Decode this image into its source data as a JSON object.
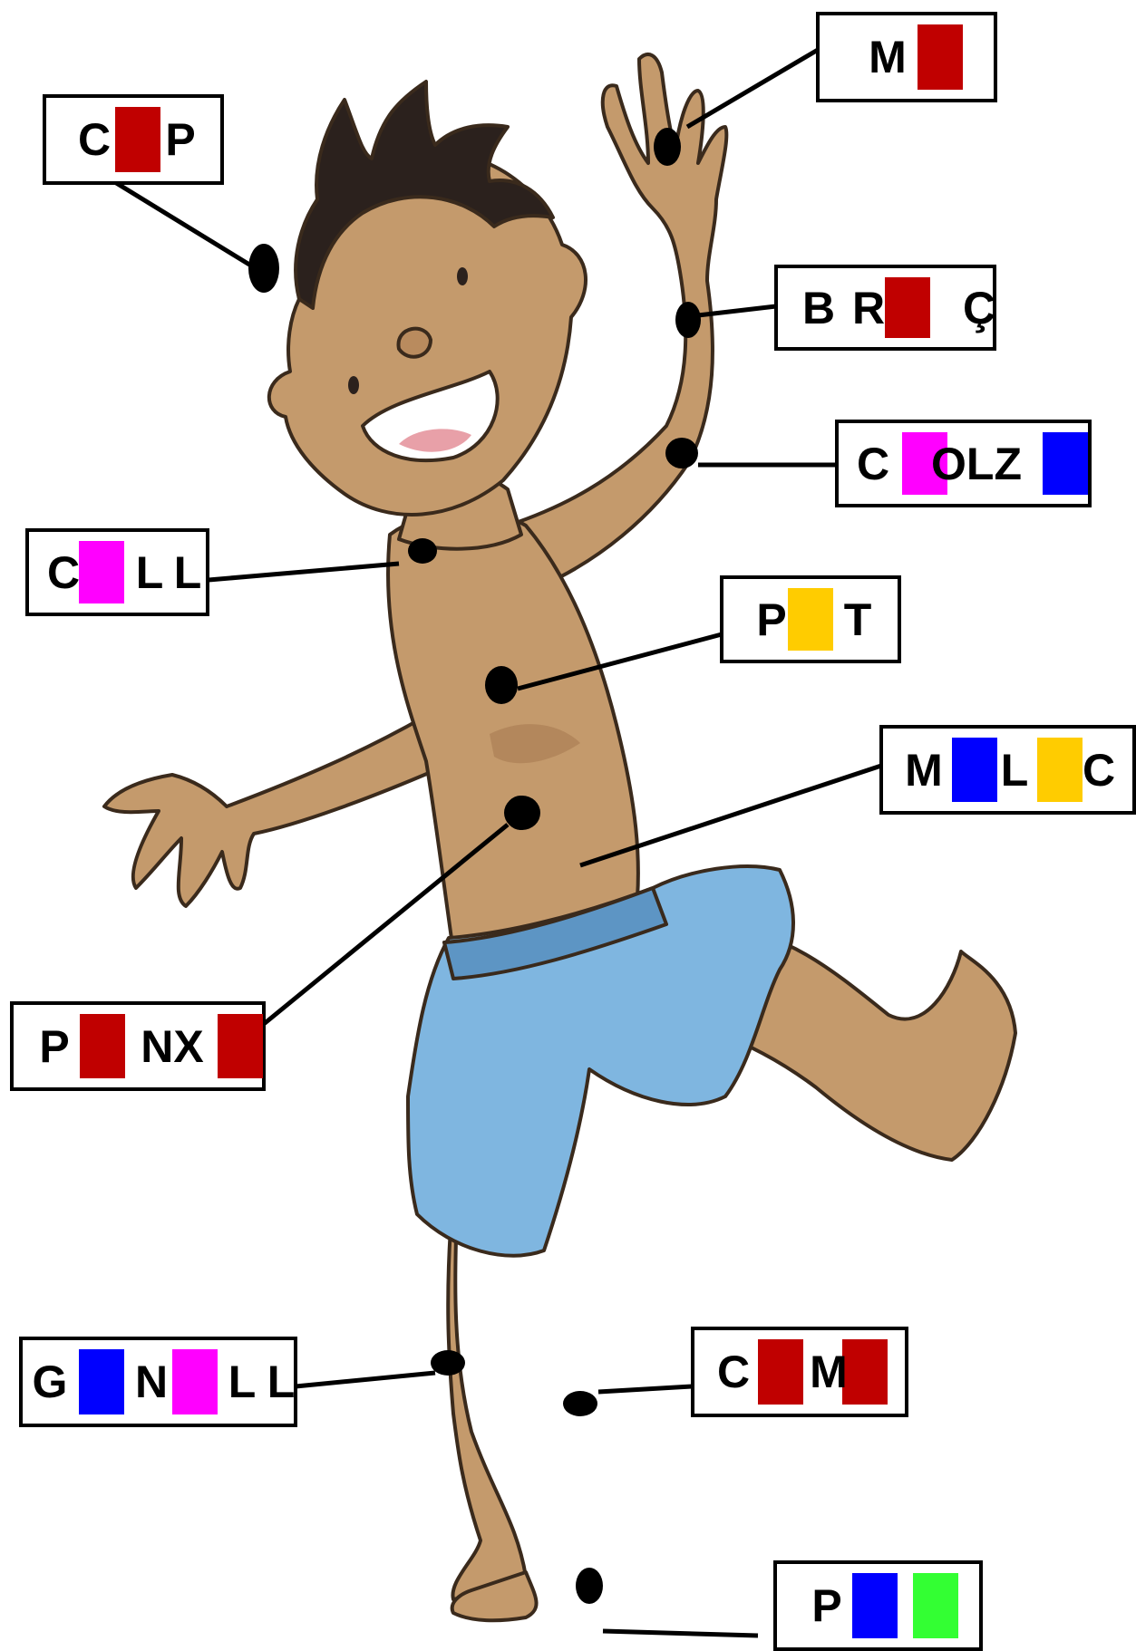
{
  "colors": {
    "red": "#c00000",
    "magenta": "#ff00ff",
    "blue": "#0000ff",
    "yellow": "#ffcc00",
    "green": "#33ff33",
    "skin": "#c49a6c",
    "skin_shadow": "#a97c52",
    "hair": "#2b211d",
    "shorts": "#7fb6e0",
    "shorts_dark": "#5d95c4",
    "outline": "#3a2a1c",
    "dot": "#000000"
  },
  "labels": [
    {
      "id": "cap",
      "letters": [
        "C",
        "P"
      ],
      "cells": [
        "red"
      ]
    },
    {
      "id": "ma",
      "letters": [
        "M"
      ],
      "cells": [
        "red"
      ]
    },
    {
      "id": "braco",
      "letters": [
        "B",
        "R",
        "Ç"
      ],
      "cells": [
        "red"
      ]
    },
    {
      "id": "cotze",
      "letters": [
        "C",
        "OLZ"
      ],
      "cells": [
        "magenta",
        "blue"
      ]
    },
    {
      "id": "coll",
      "letters": [
        "C",
        "L",
        "L"
      ],
      "cells": [
        "magenta"
      ]
    },
    {
      "id": "pit",
      "letters": [
        "P",
        "T"
      ],
      "cells": [
        "yellow"
      ]
    },
    {
      "id": "melic",
      "letters": [
        "M",
        "L",
        "C"
      ],
      "cells": [
        "blue",
        "yellow"
      ]
    },
    {
      "id": "panxa",
      "letters": [
        "P",
        "NX"
      ],
      "cells": [
        "red",
        "red"
      ]
    },
    {
      "id": "genoll",
      "letters": [
        "G",
        "N",
        "L",
        "L"
      ],
      "cells": [
        "blue",
        "magenta"
      ]
    },
    {
      "id": "cama",
      "letters": [
        "C",
        "M"
      ],
      "cells": [
        "red",
        "red"
      ]
    },
    {
      "id": "peu",
      "letters": [
        "P"
      ],
      "cells": [
        "blue",
        "green"
      ]
    }
  ]
}
